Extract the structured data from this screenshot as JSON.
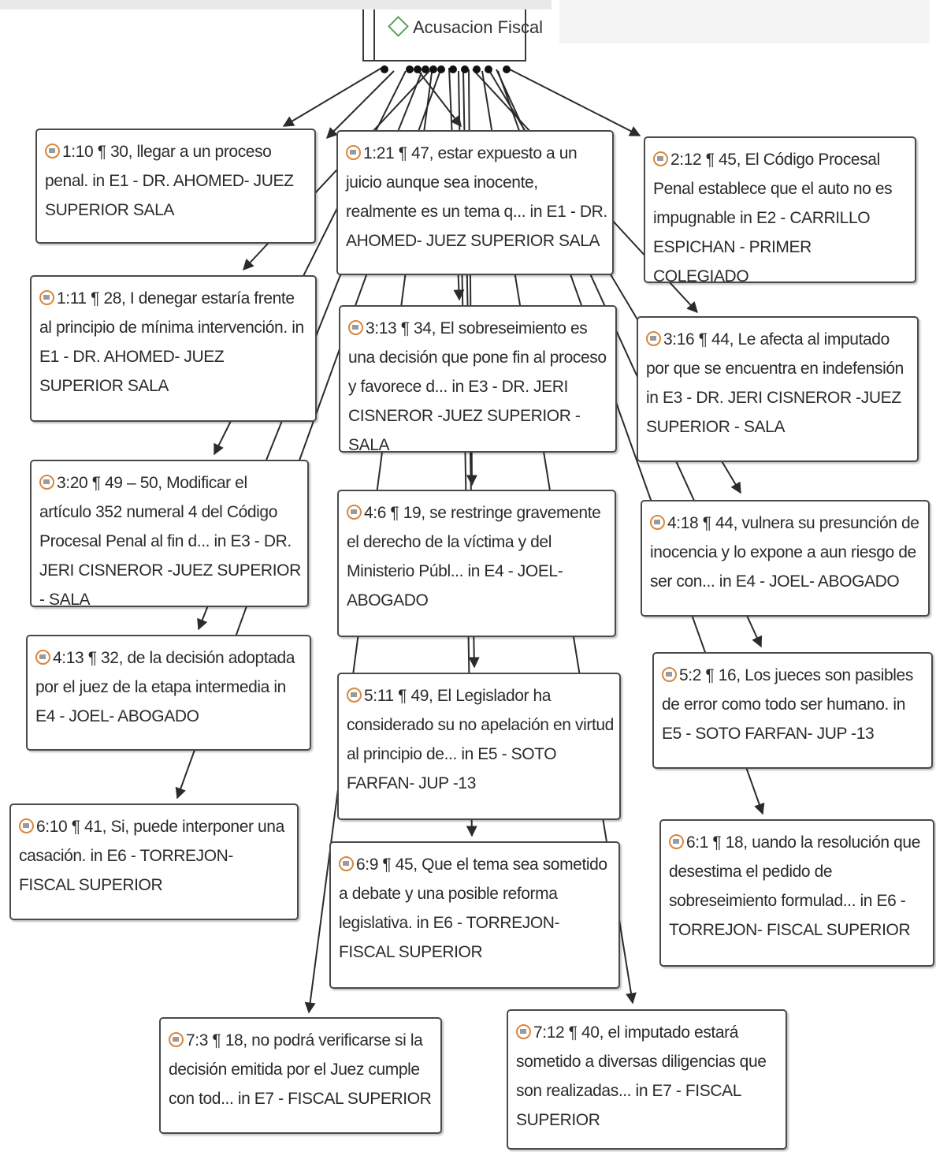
{
  "root": {
    "label": "Acusacion Fiscal"
  },
  "nodes": [
    {
      "id": "n1",
      "text": "1:10 ¶ 30, llegar a un proceso penal. in E1 - DR. AHOMED- JUEZ SUPERIOR  SALA"
    },
    {
      "id": "n2",
      "text": "1:21 ¶ 47, estar expuesto a un juicio aunque sea inocente, realmente es un tema q... in E1 - DR. AHOMED- JUEZ SUPERIOR  SALA"
    },
    {
      "id": "n3",
      "text": "2:12 ¶ 45, El Código Procesal Penal establece que el auto no es impugnable in E2 - CARRILLO ESPICHAN - PRIMER COLEGIADO"
    },
    {
      "id": "n4",
      "text": "1:11 ¶ 28, I denegar estaría frente al principio de mínima intervención. in E1 - DR. AHOMED- JUEZ SUPERIOR SALA"
    },
    {
      "id": "n5",
      "text": "3:13 ¶ 34, El sobreseimiento es una decisión que pone fin al proceso y favorece d... in E3 - DR. JERI CISNEROR -JUEZ SUPERIOR - SALA"
    },
    {
      "id": "n6",
      "text": "3:16 ¶ 44, Le afecta al imputado por que se encuentra en indefensión in E3 - DR. JERI CISNEROR -JUEZ SUPERIOR - SALA"
    },
    {
      "id": "n7",
      "text": "3:20 ¶ 49 – 50, Modificar el artículo 352 numeral 4 del Código Procesal Penal al fin d... in E3 - DR. JERI CISNEROR -JUEZ SUPERIOR - SALA"
    },
    {
      "id": "n8",
      "text": "4:6 ¶ 19, se restringe gravemente el derecho de la víctima y del Ministerio Públ... in E4 - JOEL- ABOGADO"
    },
    {
      "id": "n9",
      "text": "4:18 ¶ 44, vulnera su presunción de inocencia y lo expone a aun riesgo de ser con... in E4 - JOEL- ABOGADO"
    },
    {
      "id": "n10",
      "text": "4:13 ¶ 32, de la decisión adoptada por el juez de la etapa intermedia in E4 - JOEL- ABOGADO"
    },
    {
      "id": "n11",
      "text": "5:11 ¶ 49, El Legislador ha considerado su no apelación en virtud al principio de... in E5 - SOTO FARFAN- JUP -13"
    },
    {
      "id": "n12",
      "text": "5:2 ¶ 16, Los jueces son pasibles de error como todo ser humano. in E5 - SOTO FARFAN- JUP -13"
    },
    {
      "id": "n13",
      "text": "6:10 ¶ 41, Si, puede interponer una casación. in E6  - TORREJON- FISCAL SUPERIOR"
    },
    {
      "id": "n14",
      "text": "6:9 ¶ 45, Que el tema sea sometido a debate y una posible reforma legislativa. in E6  - TORREJON- FISCAL SUPERIOR"
    },
    {
      "id": "n15",
      "text": "6:1 ¶ 18, uando la resolución que desestima el pedido de sobreseimiento formulad... in E6  - TORREJON- FISCAL SUPERIOR"
    },
    {
      "id": "n16",
      "text": "7:3 ¶ 18, no podrá verificarse si la decisión emitida por el Juez cumple con tod... in E7 - FISCAL SUPERIOR"
    },
    {
      "id": "n17",
      "text": "7:12 ¶ 40, el imputado estará sometido a diversas diligencias que son realizadas... in E7 - FISCAL SUPERIOR"
    }
  ],
  "colors": {
    "node_border": "#4a4a4a",
    "edge": "#2b2b2b",
    "quote_icon": "#d9863a",
    "root_icon": "#5aa05a"
  },
  "icons": {
    "node": "quotation-icon",
    "root": "code-diamond-icon"
  }
}
